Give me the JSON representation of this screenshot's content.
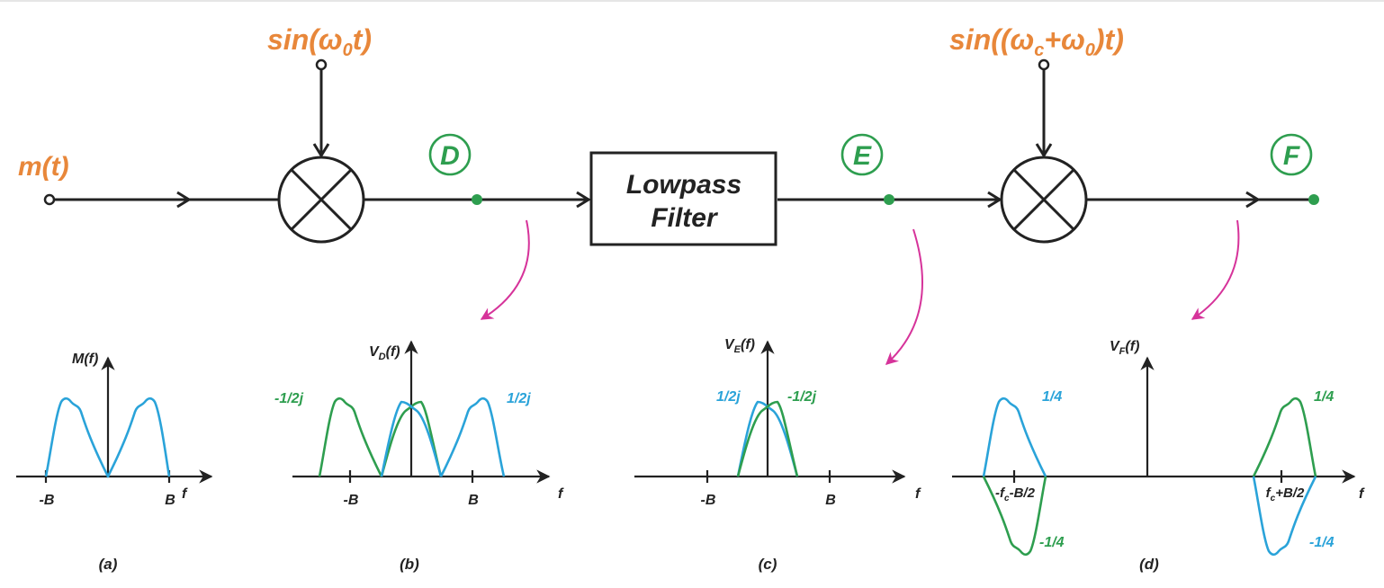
{
  "inputs": {
    "message": "m(t)",
    "carrier1_prefix": "sin(ω",
    "carrier1_sub": "0",
    "carrier1_suffix": "t)",
    "carrier2_prefix": "sin((ω",
    "carrier2_sub_c": "c",
    "carrier2_mid": "+ω",
    "carrier2_sub_0": "0",
    "carrier2_suffix": ")t)"
  },
  "filter": {
    "line1": "Lowpass",
    "line2": "Filter"
  },
  "nodes": {
    "d": "D",
    "e": "E",
    "f": "F"
  },
  "colors": {
    "orange": "#E8873A",
    "green": "#2E9E4F",
    "blue": "#2AA3D9",
    "pink": "#D6339A",
    "dark": "#222222"
  },
  "spectra": {
    "a": {
      "ylabel": "M(f)",
      "neg": "-B",
      "pos": "B",
      "faxis": "f",
      "caption": "(a)"
    },
    "b": {
      "ylabel_prefix": "V",
      "ylabel_sub": "D",
      "ylabel_suffix": "(f)",
      "neg": "-B",
      "pos": "B",
      "faxis": "f",
      "green_label": "-1/2j",
      "blue_label": "1/2j",
      "caption": "(b)"
    },
    "c": {
      "ylabel_prefix": "V",
      "ylabel_sub": "E",
      "ylabel_suffix": "(f)",
      "neg": "-B",
      "pos": "B",
      "faxis": "f",
      "blue_label": "1/2j",
      "green_label": "-1/2j",
      "caption": "(c)"
    },
    "d": {
      "ylabel_prefix": "V",
      "ylabel_sub": "F",
      "ylabel_suffix": "(f)",
      "faxis": "f",
      "neg_tick_pre": "-f",
      "neg_tick_sub": "c",
      "neg_tick_post": "-B/2",
      "pos_tick_pre": "f",
      "pos_tick_sub": "c",
      "pos_tick_post": "+B/2",
      "blue_top": "1/4",
      "green_bottom": "-1/4",
      "green_top": "1/4",
      "blue_bottom": "-1/4",
      "caption": "(d)"
    }
  }
}
